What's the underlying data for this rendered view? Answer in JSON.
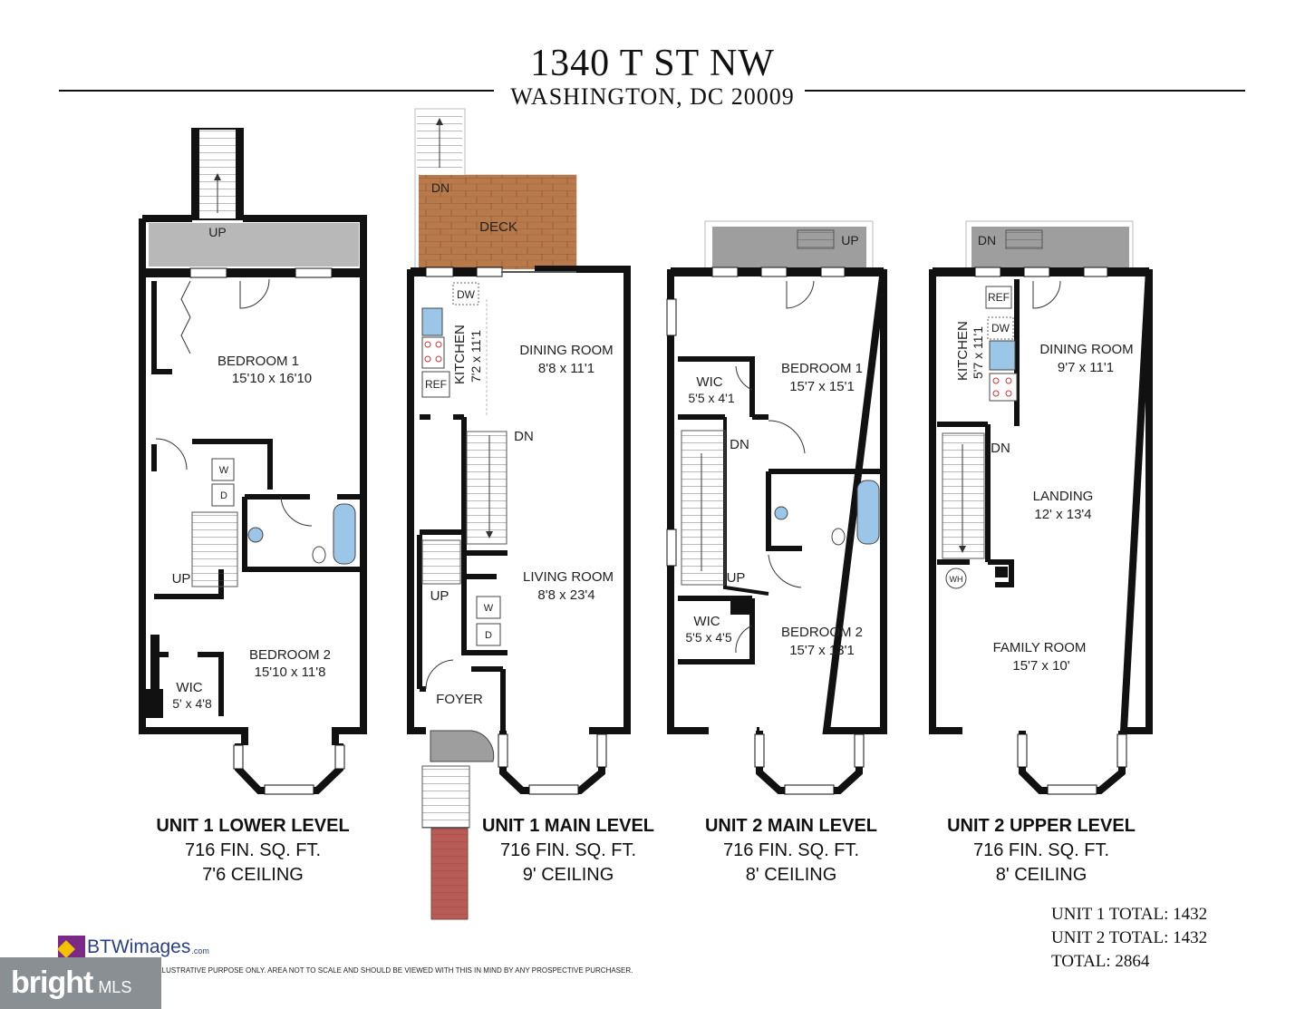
{
  "header": {
    "address": "1340 T ST NW",
    "city": "WASHINGTON, DC 20009"
  },
  "levels": [
    {
      "name": "UNIT 1 LOWER LEVEL",
      "area": "716 FIN. SQ. FT.",
      "ceiling": "7'6 CEILING",
      "labels": {
        "up_exterior": "UP",
        "bedroom1": "BEDROOM 1",
        "bedroom1_dim": "15'10 x 16'10",
        "washer": "W",
        "dryer": "D",
        "stair_up": "UP",
        "bedroom2": "BEDROOM 2",
        "bedroom2_dim": "15'10 x 11'8",
        "wic": "WIC",
        "wic_dim": "5' x 4'8"
      }
    },
    {
      "name": "UNIT 1 MAIN LEVEL",
      "area": "716 FIN. SQ. FT.",
      "ceiling": "9' CEILING",
      "labels": {
        "deck_dn": "DN",
        "deck": "DECK",
        "dw": "DW",
        "kitchen": "KITCHEN",
        "kitchen_dim": "7'2 x 11'1",
        "ref": "REF",
        "dining": "DINING ROOM",
        "dining_dim": "8'8 x 11'1",
        "stair_dn": "DN",
        "stair_up": "UP",
        "living": "LIVING ROOM",
        "living_dim": "8'8 x 23'4",
        "washer": "W",
        "dryer": "D",
        "foyer": "FOYER"
      }
    },
    {
      "name": "UNIT 2 MAIN LEVEL",
      "area": "716 FIN. SQ. FT.",
      "ceiling": "8' CEILING",
      "labels": {
        "up_exterior": "UP",
        "wic1": "WIC",
        "wic1_dim": "5'5 x 4'1",
        "bedroom1": "BEDROOM 1",
        "bedroom1_dim": "15'7 x 15'1",
        "stair_dn": "DN",
        "stair_up": "UP",
        "wic2": "WIC",
        "wic2_dim": "5'5 x 4'5",
        "bedroom2": "BEDROOM 2",
        "bedroom2_dim": "15'7 x 13'1"
      }
    },
    {
      "name": "UNIT 2 UPPER LEVEL",
      "area": "716 FIN. SQ. FT.",
      "ceiling": "8' CEILING",
      "labels": {
        "dn_exterior": "DN",
        "ref": "REF",
        "dw": "DW",
        "kitchen": "KITCHEN",
        "kitchen_dim": "5'7 x 11'1",
        "dining": "DINING ROOM",
        "dining_dim": "9'7 x 11'1",
        "stair_dn": "DN",
        "landing": "LANDING",
        "landing_dim": "12' x 13'4",
        "wh": "WH",
        "family": "FAMILY ROOM",
        "family_dim": "15'7 x 10'"
      }
    }
  ],
  "totals": {
    "unit1": "UNIT 1 TOTAL: 1432",
    "unit2": "UNIT 2 TOTAL: 1432",
    "total": "TOTAL: 2864"
  },
  "disclaimer": "ILLUSTRATIVE PURPOSE ONLY. AREA NOT TO SCALE AND SHOULD BE VIEWED WITH THIS IN MIND BY ANY PROSPECTIVE PURCHASER.",
  "branding": {
    "btw_name": "BTWimages",
    "btw_domain": ".com",
    "bright_name": "bright",
    "bright_mls": "MLS"
  },
  "colors": {
    "wall": "#111111",
    "patio": "#b8b8b8",
    "deck": "#b5774a",
    "brick_walk": "#b85a55",
    "fixture": "#9cc6e8"
  }
}
